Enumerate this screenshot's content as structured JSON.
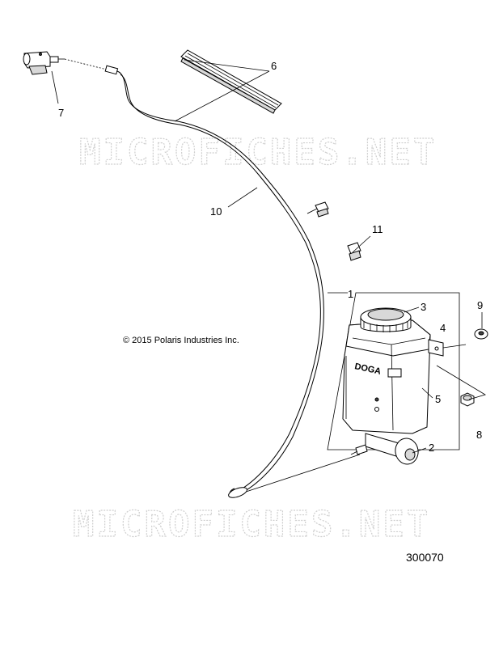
{
  "watermark": "MICROFICHES.NET",
  "copyright": "© 2015 Polaris Industries Inc.",
  "figure_number": "300070",
  "reservoir_label": "DOGA",
  "callouts": [
    "1",
    "2",
    "3",
    "4",
    "5",
    "6",
    "7",
    "8",
    "9",
    "10",
    "11"
  ]
}
